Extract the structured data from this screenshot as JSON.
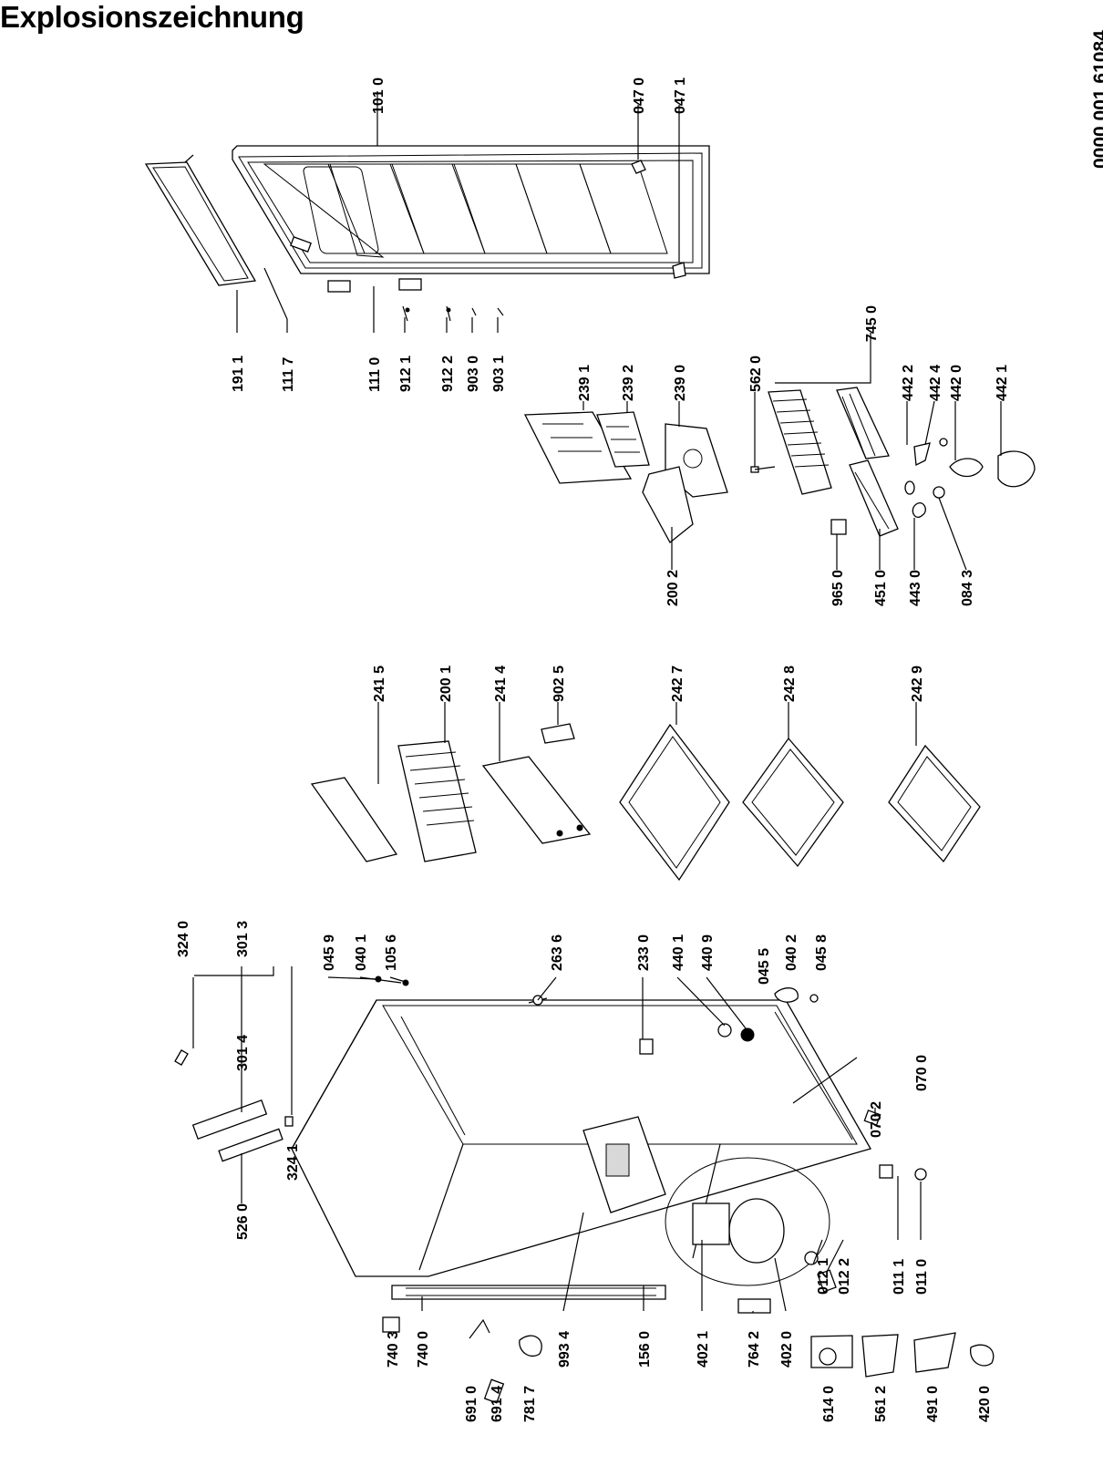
{
  "title": "Explosionszeichnung",
  "document_number": "0000 001 61084",
  "part_labels": [
    "191 1",
    "111 7",
    "111 0",
    "912 1",
    "912 2",
    "903 0",
    "903 1",
    "101 0",
    "047 0",
    "047 1",
    "239 1",
    "239 2",
    "239 0",
    "200 2",
    "562 0",
    "745 0",
    "442 2",
    "442 4",
    "442 0",
    "442 1",
    "965 0",
    "451 0",
    "443 0",
    "084 3",
    "241 5",
    "200 1",
    "241 4",
    "902 5",
    "242 7",
    "242 8",
    "242 9",
    "324 0",
    "301 3",
    "301 4",
    "324 1",
    "526 0",
    "045 9",
    "040 1",
    "105 6",
    "263 6",
    "233 0",
    "440 1",
    "440 9",
    "045 5",
    "040 2",
    "045 8",
    "070 0",
    "070 2",
    "011 1",
    "011 0",
    "012 1",
    "012 2",
    "740 3",
    "740 0",
    "691 0",
    "691 4",
    "781 7",
    "993 4",
    "156 0",
    "402 1",
    "764 2",
    "402 0",
    "614 0",
    "561 2",
    "491 0",
    "420 0"
  ]
}
